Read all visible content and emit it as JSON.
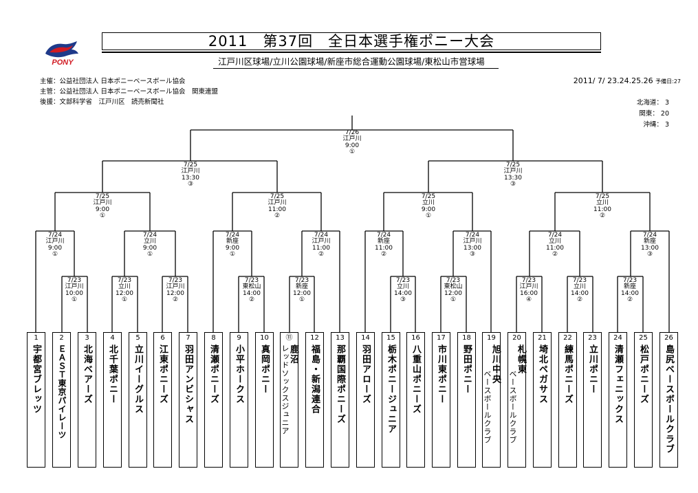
{
  "header": {
    "title": "2011　第37回　全日本選手権ポニー大会",
    "venues": "江戸川区球場/立川公園球場/新座市総合運動公園球場/東松山市営球場",
    "logo_text": "PONY",
    "organizers": [
      "主催：公益社団法人 日本ポニーベースボール協会",
      "主管：公益社団法人 日本ポニーベースボール協会　関東連盟",
      "後援：文部科学省　江戸川区　読売新聞社"
    ],
    "dates": "2011/ 7/ 23.24.25.26",
    "reserve_day": "予備日:27",
    "regional_counts": [
      "北海道： 3",
      "関東： 20",
      "沖縄： 3"
    ]
  },
  "colors": {
    "line": "#000000",
    "logo_red": "#d11a22",
    "logo_blue": "#1f3a8a"
  },
  "matches": [
    {
      "id": "final",
      "date": "7/26",
      "venue": "江戸川",
      "time": "9:00",
      "no": "①"
    },
    {
      "id": "sf-left",
      "date": "7/25",
      "venue": "江戸川",
      "time": "13:30",
      "no": "③"
    },
    {
      "id": "sf-right",
      "date": "7/25",
      "venue": "江戸川",
      "time": "13:30",
      "no": "③"
    },
    {
      "id": "qf-1",
      "date": "7/25",
      "venue": "江戸川",
      "time": "9:00",
      "no": "①"
    },
    {
      "id": "qf-2",
      "date": "7/25",
      "venue": "江戸川",
      "time": "11:00",
      "no": "②"
    },
    {
      "id": "qf-3",
      "date": "7/25",
      "venue": "立川",
      "time": "9:00",
      "no": "①"
    },
    {
      "id": "qf-4",
      "date": "7/25",
      "venue": "立川",
      "time": "11:00",
      "no": "②"
    },
    {
      "id": "r2-1",
      "date": "7/24",
      "venue": "江戸川",
      "time": "9:00",
      "no": "①"
    },
    {
      "id": "r2-2",
      "date": "7/24",
      "venue": "立川",
      "time": "9:00",
      "no": "①"
    },
    {
      "id": "r2-3",
      "date": "7/24",
      "venue": "新座",
      "time": "9:00",
      "no": "①"
    },
    {
      "id": "r2-4",
      "date": "7/24",
      "venue": "江戸川",
      "time": "11:00",
      "no": "②"
    },
    {
      "id": "r2-5",
      "date": "7/24",
      "venue": "新座",
      "time": "11:00",
      "no": "②"
    },
    {
      "id": "r2-6",
      "date": "7/24",
      "venue": "江戸川",
      "time": "13:00",
      "no": "③"
    },
    {
      "id": "r2-7",
      "date": "7/24",
      "venue": "立川",
      "time": "11:00",
      "no": "②"
    },
    {
      "id": "r2-8",
      "date": "7/24",
      "venue": "新座",
      "time": "13:00",
      "no": "③"
    },
    {
      "id": "r1-1",
      "date": "7/23",
      "venue": "江戸川",
      "time": "10:00",
      "no": "①"
    },
    {
      "id": "r1-2",
      "date": "7/23",
      "venue": "立川",
      "time": "12:00",
      "no": "①"
    },
    {
      "id": "r1-3",
      "date": "7/23",
      "venue": "江戸川",
      "time": "12:00",
      "no": "②"
    },
    {
      "id": "r1-4",
      "date": "7/23",
      "venue": "東松山",
      "time": "14:00",
      "no": "②"
    },
    {
      "id": "r1-5",
      "date": "7/23",
      "venue": "新座",
      "time": "12:00",
      "no": "①"
    },
    {
      "id": "r1-6",
      "date": "7/23",
      "venue": "立川",
      "time": "14:00",
      "no": "③"
    },
    {
      "id": "r1-7",
      "date": "7/23",
      "venue": "東松山",
      "time": "12:00",
      "no": "①"
    },
    {
      "id": "r1-8",
      "date": "7/23",
      "venue": "江戸川",
      "time": "16:00",
      "no": "④"
    },
    {
      "id": "r1-9",
      "date": "7/23",
      "venue": "立川",
      "time": "14:00",
      "no": "②"
    },
    {
      "id": "r1-10",
      "date": "7/23",
      "venue": "新座",
      "time": "14:00",
      "no": "②"
    }
  ],
  "teams": [
    {
      "no": "1",
      "name": "宇都宮ブレッツ"
    },
    {
      "no": "2",
      "name": "ＥＡＳＴ東京パイレーツ"
    },
    {
      "no": "3",
      "name": "北海ベアーズ"
    },
    {
      "no": "4",
      "name": "北千葉ポニー"
    },
    {
      "no": "5",
      "name": "立川イーグルス"
    },
    {
      "no": "6",
      "name": "江東ポニーズ"
    },
    {
      "no": "7",
      "name": "羽田アンビシャス"
    },
    {
      "no": "8",
      "name": "清瀬ポニーズ"
    },
    {
      "no": "9",
      "name": "小平ホークス"
    },
    {
      "no": "10",
      "name": "真岡ポニー"
    },
    {
      "no": "⑪",
      "name": "鹿沼",
      "name2": "レッドソックスジュニア"
    },
    {
      "no": "12",
      "name": "福島・新潟連合"
    },
    {
      "no": "13",
      "name": "那覇国際ポニーズ"
    },
    {
      "no": "14",
      "name": "羽田アローズ"
    },
    {
      "no": "15",
      "name": "栃木ポニージュニア"
    },
    {
      "no": "16",
      "name": "八重山ポニーズ"
    },
    {
      "no": "17",
      "name": "市川東ポニー"
    },
    {
      "no": "18",
      "name": "野田ポニー"
    },
    {
      "no": "19",
      "name": "旭川中央",
      "name2": "ベースボールクラブ"
    },
    {
      "no": "20",
      "name": "札幌東",
      "name2": "ベースボールクラブ"
    },
    {
      "no": "21",
      "name": "埼北ペガサス"
    },
    {
      "no": "22",
      "name": "練馬ポニーズ"
    },
    {
      "no": "23",
      "name": "立川ポニー"
    },
    {
      "no": "24",
      "name": "清瀬フェニックス"
    },
    {
      "no": "25",
      "name": "松戸ポニーズ"
    },
    {
      "no": "26",
      "name": "島尻ベースボールクラブ"
    }
  ]
}
